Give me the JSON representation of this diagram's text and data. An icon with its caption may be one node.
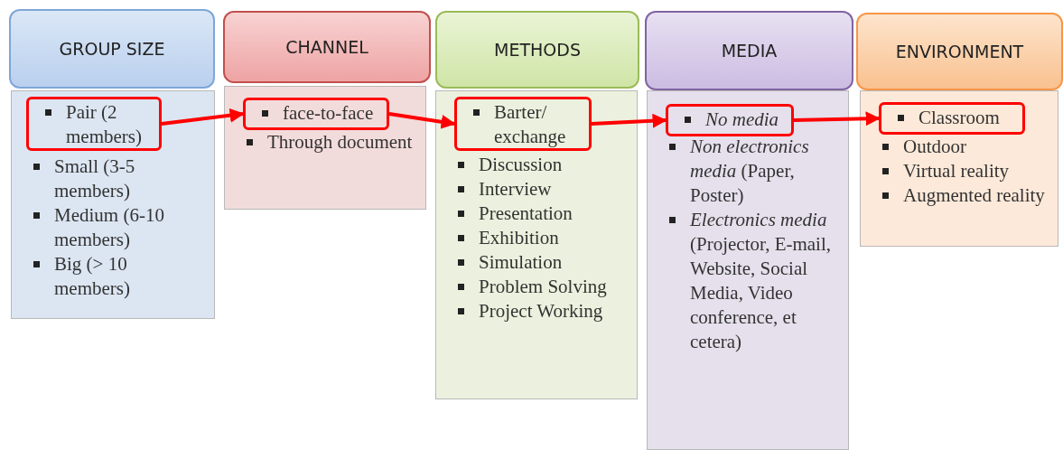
{
  "diagram": {
    "nodes": [
      {
        "text": [
          "GROUP SIZE"
        ]
      },
      {
        "text": [
          "Small (3-5 members)",
          "Medium (6-10 members)",
          "Big (> 10 members)"
        ]
      },
      {
        "text": [
          "Pair (2 members)"
        ],
        "in": 1
      },
      {
        "text": [
          "CHANNEL"
        ]
      },
      {
        "text": [
          "Through document"
        ]
      },
      {
        "text": [
          "face-to-face"
        ],
        "in": 4
      },
      {
        "text": [
          "METHODS"
        ]
      },
      {
        "text": [
          "Discussion",
          "Interview",
          "Presentation",
          "Exhibition",
          "Simulation",
          "Problem Solving",
          "Project Working"
        ]
      },
      {
        "text": [
          "Barter/ exchange"
        ],
        "in": 7
      },
      {
        "text": [
          "MEDIA"
        ]
      },
      {
        "text": [
          "*Non electronics media* (Paper, Poster)",
          "*Electronics media* (Projector, E-mail, Website, Social Media, Video conference, et cetera)"
        ]
      },
      {
        "text": [
          "*No media*"
        ],
        "in": 10
      },
      {
        "text": [
          "ENVIRONMENT"
        ]
      },
      {
        "text": [
          "Outdoor",
          "Virtual reality",
          "Augmented reality"
        ]
      },
      {
        "text": [
          "Classroom"
        ],
        "in": 13
      }
    ],
    "edges": [
      {
        "from": 2,
        "to": 5,
        "arrow": "to"
      },
      {
        "from": 5,
        "to": 8,
        "arrow": "to"
      },
      {
        "from": 8,
        "to": 11,
        "arrow": "to"
      },
      {
        "from": 11,
        "to": 14,
        "arrow": "to"
      }
    ]
  }
}
